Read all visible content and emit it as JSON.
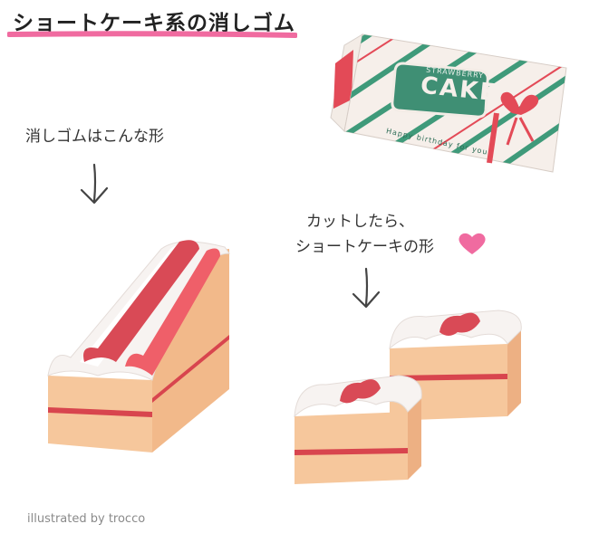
{
  "title": "ショートケーキ系の消しゴム",
  "labels": {
    "eraser_shape": "消しゴムはこんな形",
    "after_cut_line1": "カットしたら、",
    "after_cut_line2": "ショートケーキの形"
  },
  "package": {
    "brand_small": "STRAWBERRY",
    "brand_big": "CAKE",
    "side_text": "Happy birthday for you"
  },
  "credit": "illustrated by trocco",
  "icons": {
    "heart": "heart-icon",
    "arrow": "down-arrow-icon"
  },
  "colors": {
    "accent_pink": "#f06ba0",
    "cream": "#f7f3f1",
    "strawberry": "#d8454e",
    "sponge": "#f5c99a",
    "box_green": "#3f9a7a"
  }
}
